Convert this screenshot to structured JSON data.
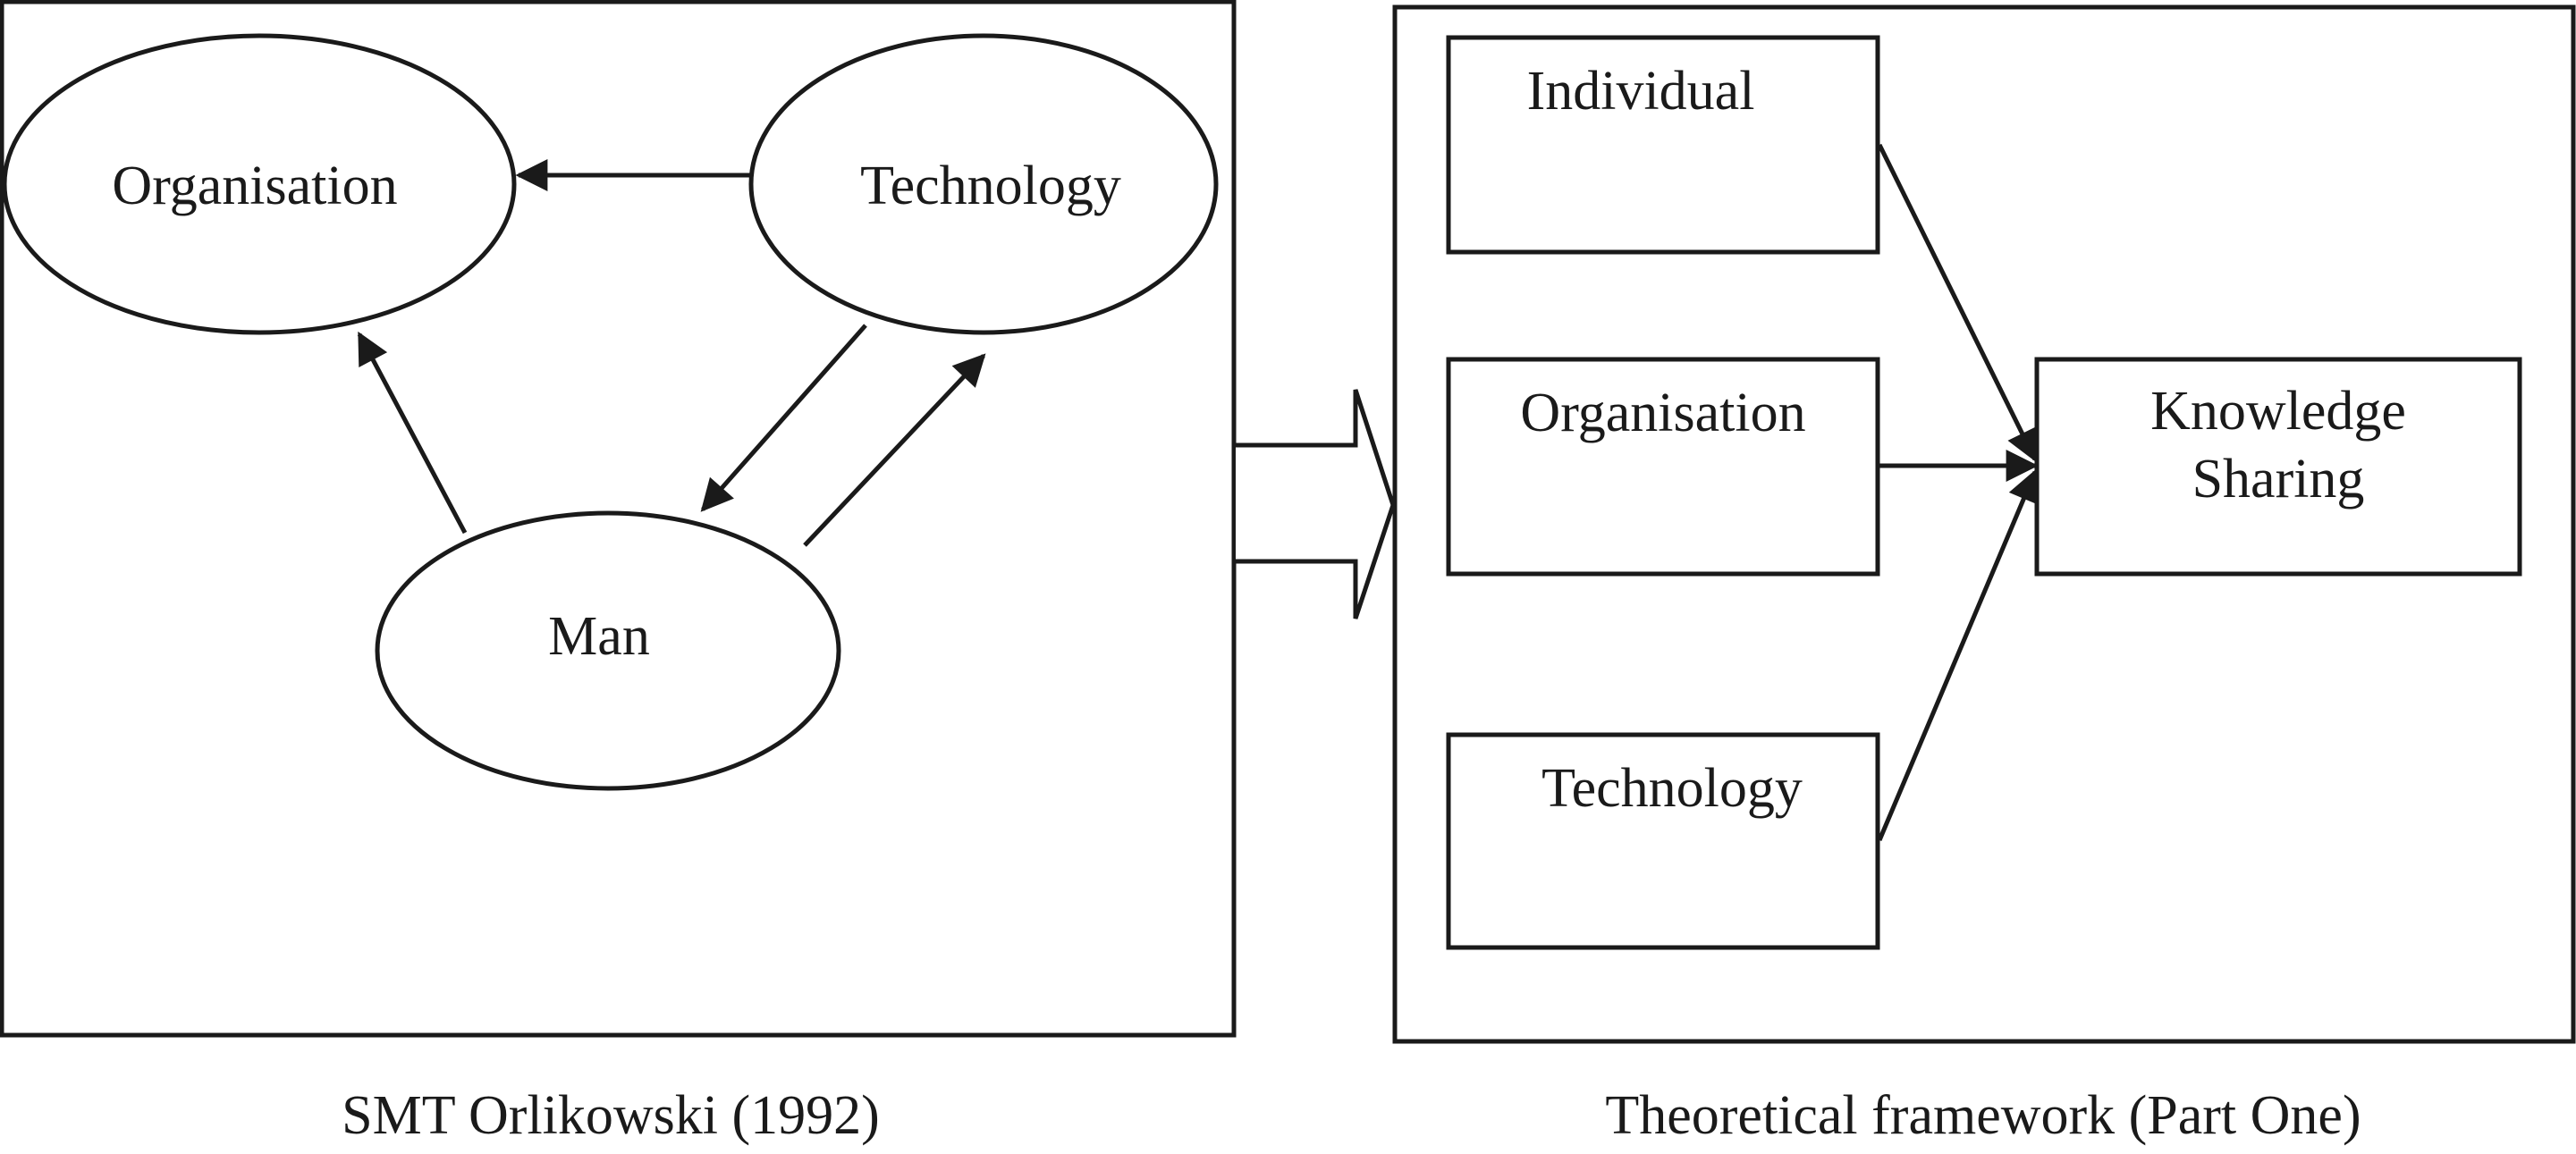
{
  "colors": {
    "stroke": "#1a1a1a",
    "background": "#ffffff"
  },
  "left_panel": {
    "nodes": {
      "organisation": "Organisation",
      "technology": "Technology",
      "man": "Man"
    },
    "caption": "SMT Orlikowski (1992)"
  },
  "right_panel": {
    "boxes": {
      "individual": "Individual",
      "organisation": "Organisation",
      "technology": "Technology"
    },
    "target": {
      "line1": "Knowledge",
      "line2": "Sharing"
    },
    "caption": "Theoretical framework (Part One)"
  }
}
